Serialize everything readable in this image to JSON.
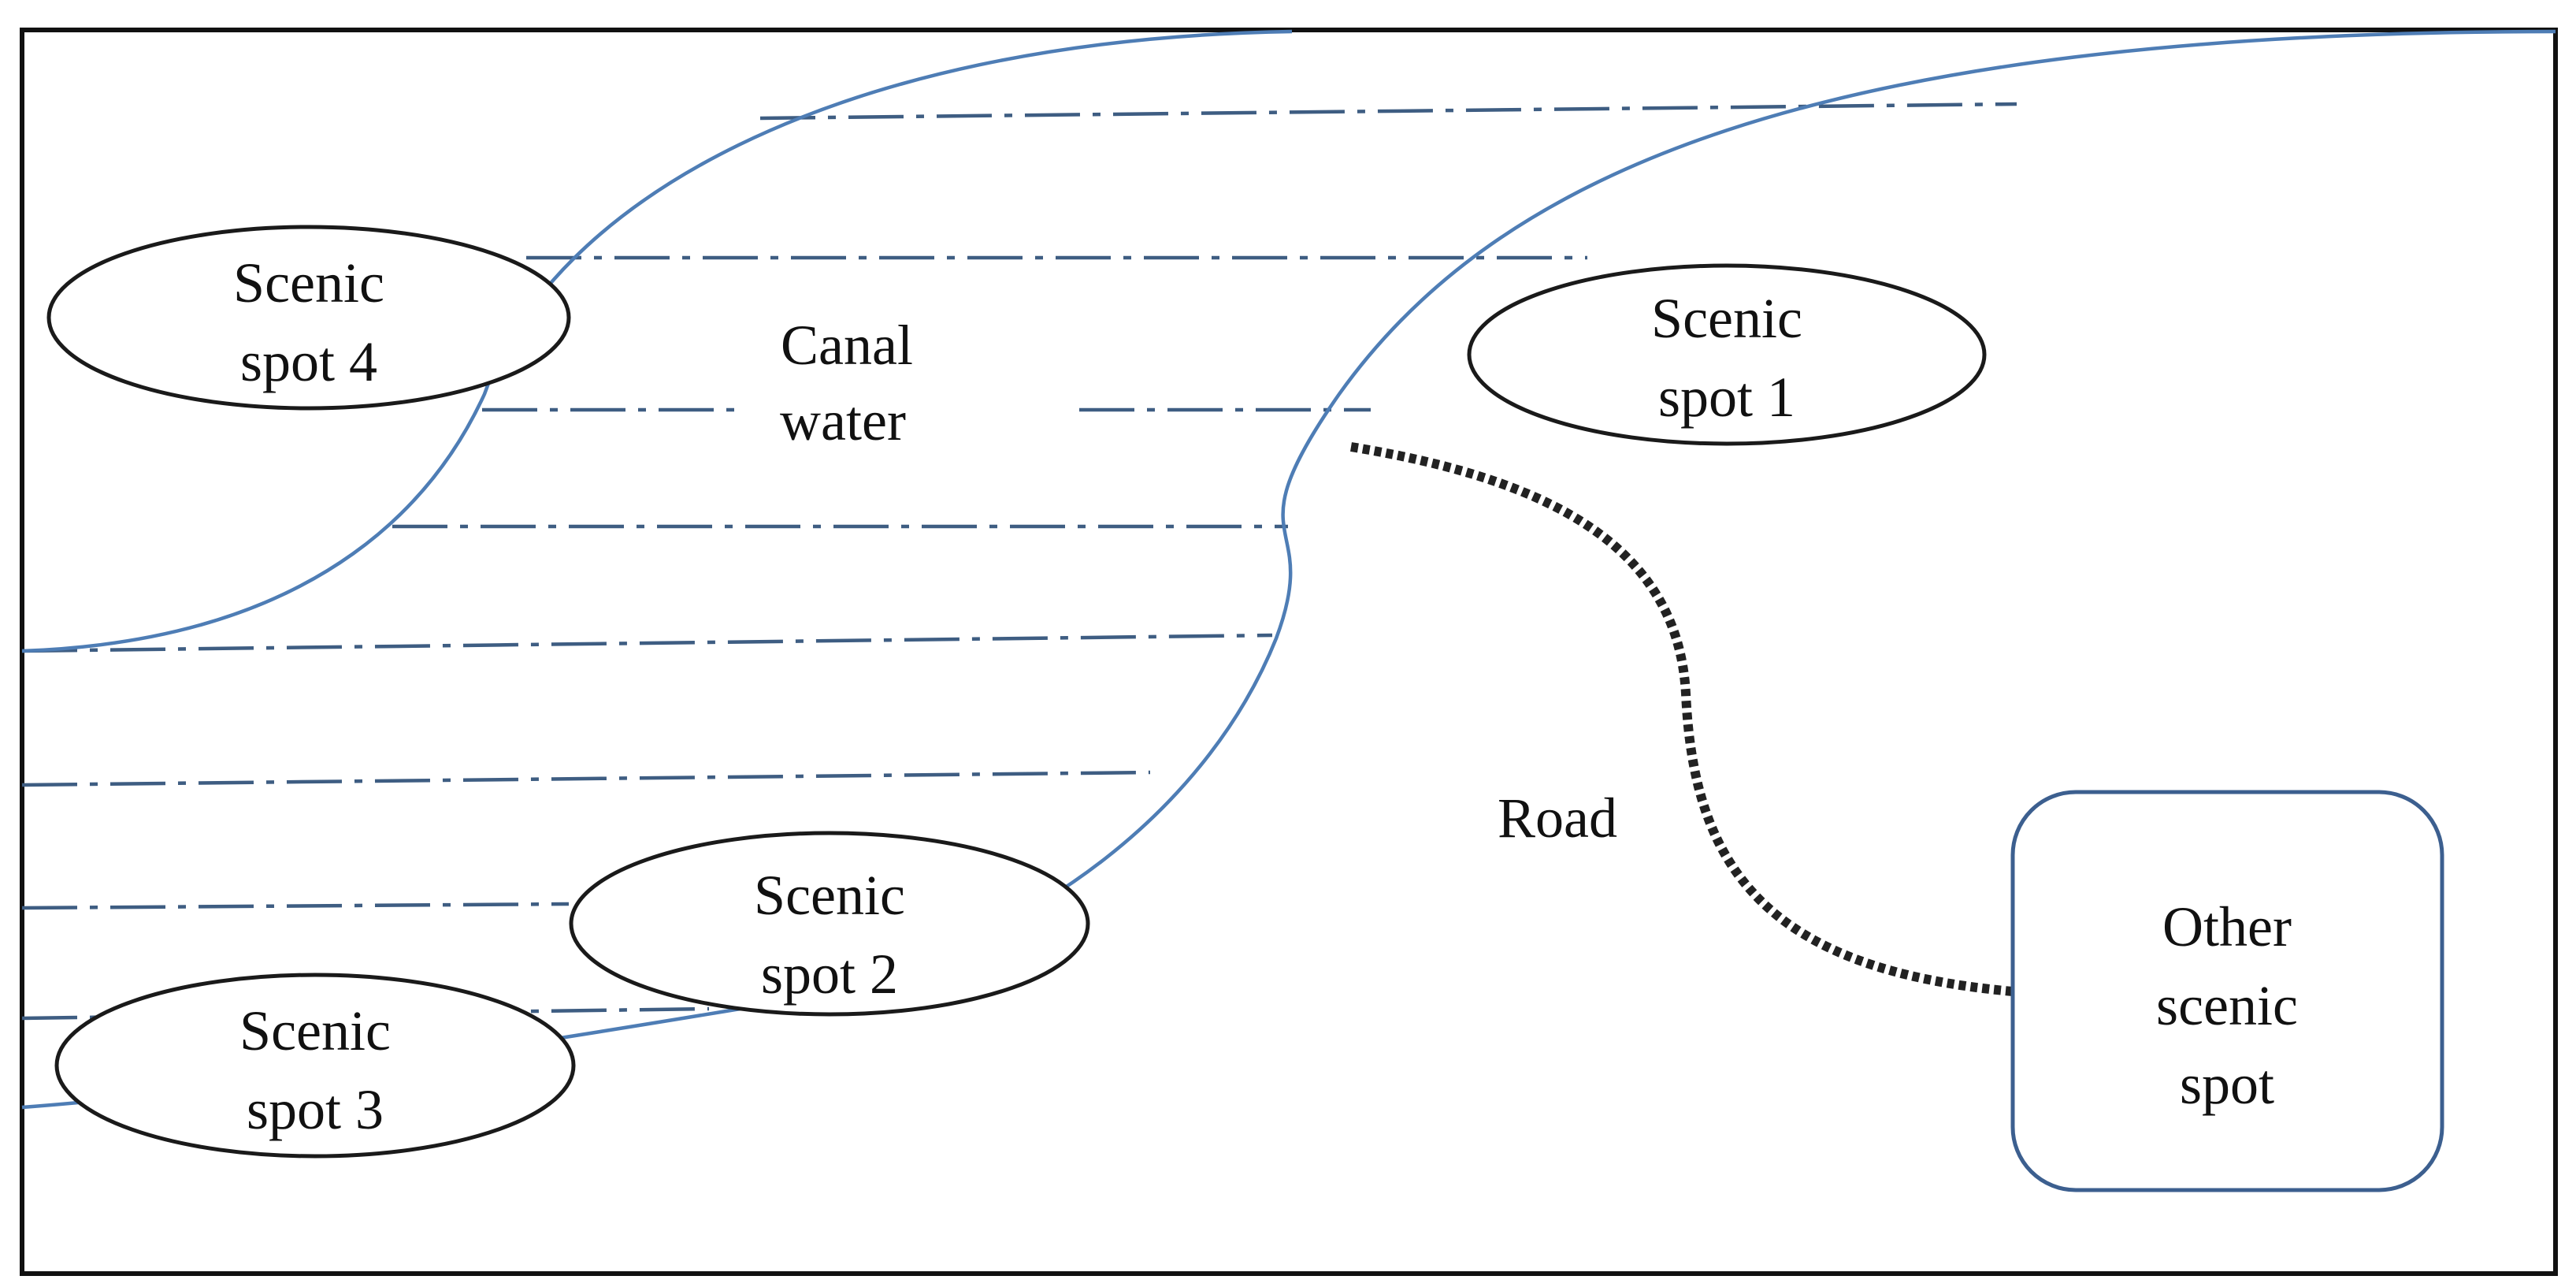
{
  "colors": {
    "frame": "#111111",
    "bank_line": "#4e7db5",
    "water_line": "#3e5d82",
    "spot_outline": "#1a1a1a",
    "other_outline": "#3c5f8f",
    "road": "#222222",
    "text": "#111111"
  },
  "labels": {
    "canal_line1": "Canal",
    "canal_line2": "water",
    "road": "Road"
  },
  "spots": {
    "spot1": {
      "line1": "Scenic",
      "line2": "spot 1"
    },
    "spot2": {
      "line1": "Scenic",
      "line2": "spot 2"
    },
    "spot3": {
      "line1": "Scenic",
      "line2": "spot 3"
    },
    "spot4": {
      "line1": "Scenic",
      "line2": "spot 4"
    },
    "other": {
      "line1": "Other",
      "line2": "scenic",
      "line3": "spot"
    }
  }
}
